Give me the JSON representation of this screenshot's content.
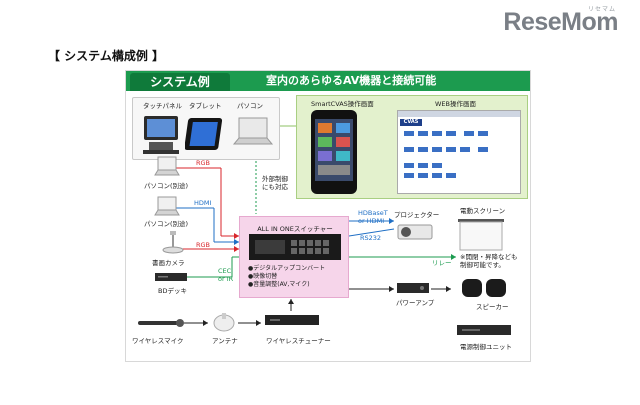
{
  "logo": {
    "text": "ReseMom",
    "ruby": "リセマム"
  },
  "page_heading": "【 システム構成例 】",
  "figure": {
    "tab": "システム例",
    "banner": "室内のあらゆるAV機器と接続可能",
    "devices": [
      {
        "label": "タッチパネル",
        "icon": "touch-panel-icon"
      },
      {
        "label": "タブレット",
        "icon": "tablet-icon"
      },
      {
        "label": "パソコン",
        "icon": "laptop-icon"
      }
    ],
    "screens": {
      "app_label": "SmartCVAS操作画面",
      "web_label": "WEB操作画面",
      "web_logo": "CVAS"
    },
    "external_control": "外部制御\nにも対応",
    "inputs": [
      {
        "label": "パソコン(別途)",
        "signal": "RGB"
      },
      {
        "label": "パソコン(別途)",
        "signal": "HDMI"
      },
      {
        "label": "書画カメラ",
        "signal": "RGB"
      },
      {
        "label": "BDデッキ",
        "signal": "CEC\nor IR"
      }
    ],
    "switcher": {
      "title": "ALL IN ONEスイッチャー",
      "features": [
        "●デジタルアップコンバート",
        "●映像切替",
        "●音量調整(AV,マイク)"
      ]
    },
    "outputs": {
      "hdbaset": "HDBaseT\nor HDMI",
      "rs232": "RS232",
      "relay": "リレー",
      "projector": "プロジェクター",
      "screen": "電動スクリーン",
      "screen_note": "※開閉・昇降なども\n制御可能です。",
      "amp": "パワーアンプ",
      "speaker": "スピーカー",
      "power_unit": "電源制御ユニット"
    },
    "wireless": {
      "mic": "ワイヤレスマイク",
      "antenna": "アンテナ",
      "tuner": "ワイヤレスチューナー"
    },
    "colors": {
      "green": "#1c9b4f",
      "red": "#d8262b",
      "blue": "#1f6fc5",
      "pink": "#f6d5ea"
    }
  }
}
